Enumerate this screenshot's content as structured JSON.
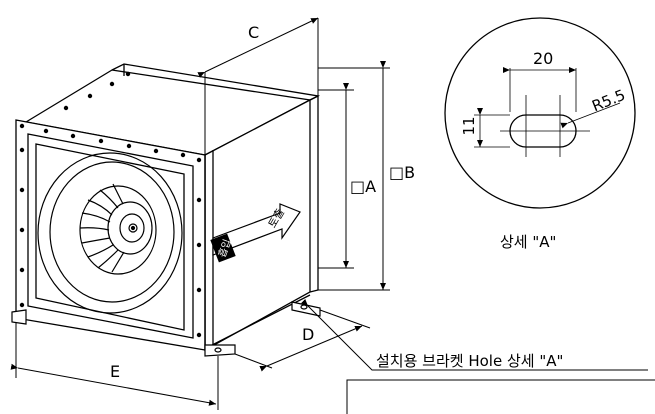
{
  "dimensions": {
    "c": "C",
    "a": "□A",
    "b": "□B",
    "d": "D",
    "e": "E"
  },
  "detail": {
    "width": "20",
    "height": "11",
    "radius": "R5.5",
    "caption": "상세 \"A\""
  },
  "fan_labels": {
    "inlet": "흡입",
    "outlet": "토출"
  },
  "bracket_note": "설치용  브라켓 Hole 상세 \"A\""
}
